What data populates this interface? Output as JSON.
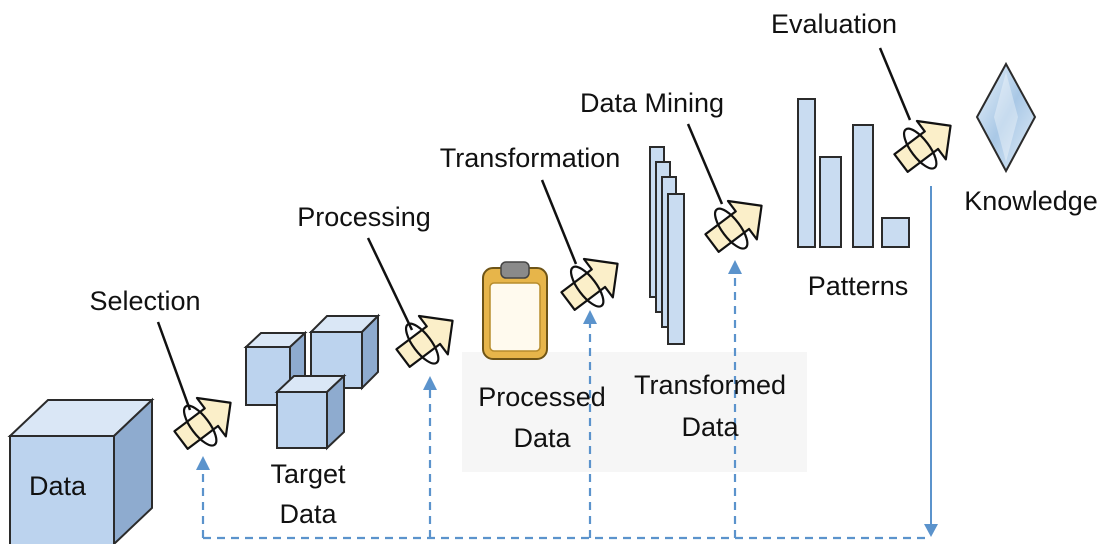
{
  "labels": {
    "data": "Data",
    "target_data_line1": "Target",
    "target_data_line2": "Data",
    "processed_data_line1": "Processed",
    "processed_data_line2": "Data",
    "transformed_data_line1": "Transformed",
    "transformed_data_line2": "Data",
    "patterns": "Patterns",
    "knowledge": "Knowledge"
  },
  "steps": {
    "selection": "Selection",
    "processing": "Processing",
    "transformation": "Transformation",
    "data_mining": "Data Mining",
    "evaluation": "Evaluation"
  },
  "colors": {
    "box_fill": "#bcd3ee",
    "box_side": "#8eabcf",
    "box_stroke": "#2b2b2b",
    "arrow_fill": "#fbefc9",
    "feedback_line": "#5b93cc",
    "clipboard": "#e7b54a"
  }
}
